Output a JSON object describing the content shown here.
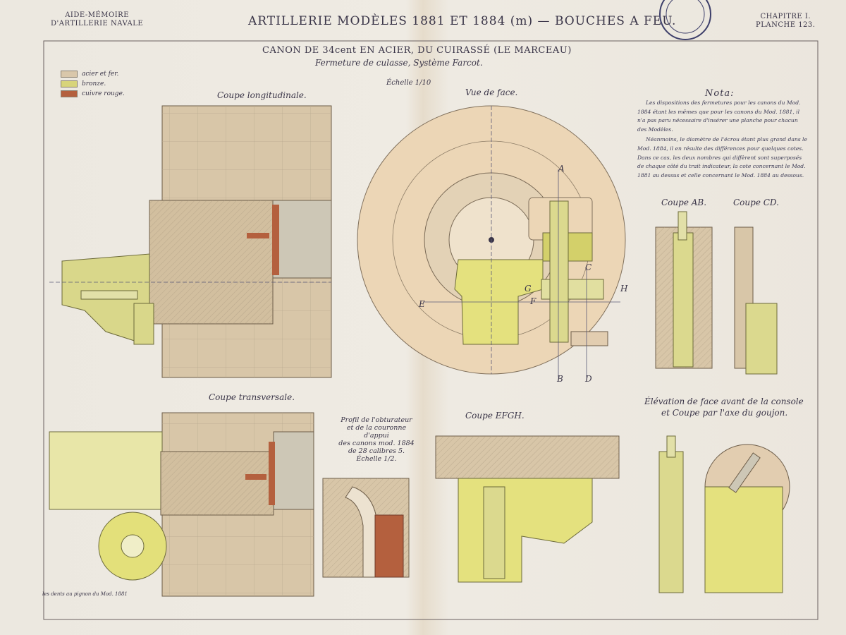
{
  "header": {
    "left_line1": "AIDE-MÉMOIRE",
    "left_line2": "D'ARTILLERIE NAVALE",
    "title": "ARTILLERIE MODÈLES 1881 ET 1884 (m) — BOUCHES A FEU.",
    "right_line1": "CHAPITRE I.",
    "right_line2": "PLANCHE 123."
  },
  "subtitle": "CANON DE 34cent EN ACIER, DU CUIRASSÉ (LE MARCEAU)",
  "mechanism": "Fermeture de culasse, Système Farcot.",
  "scale": "Échelle 1/10",
  "legend": [
    {
      "label": "acier et fer.",
      "color": "#d9c7aa"
    },
    {
      "label": "bronze.",
      "color": "#d8d47a"
    },
    {
      "label": "cuivre rouge.",
      "color": "#b4603e"
    }
  ],
  "views": {
    "longitudinal": "Coupe longitudinale.",
    "face": "Vue de face.",
    "transversal": "Coupe transversale.",
    "ab": "Coupe AB.",
    "cd": "Coupe CD.",
    "efgh": "Coupe EFGH.",
    "elevation_line1": "Élévation de face avant de la console",
    "elevation_line2": "et Coupe par l'axe du goujon."
  },
  "profil": {
    "line1": "Profil de l'obturateur",
    "line2": "et de la couronne d'appui",
    "line3": "des canons mod. 1884",
    "line4": "de 28 calibres 5.",
    "scale": "Échelle 1/2."
  },
  "nota": {
    "title": "Nota:",
    "p1": "Les dispositions des fermetures pour les canons du Mod. 1884 étant les mêmes que pour les canons du Mod. 1881, il n'a pas paru nécessaire d'insérer une planche pour chacun des Modèles.",
    "p2": "Néanmoins, le diamètre de l'écrou étant plus grand dans le Mod. 1884, il en résulte des différences pour quelques cotes. Dans ce cas, les deux nombres qui diffèrent sont superposés de chaque côté du trait indicateur, la cote concernant le Mod. 1881 au dessus et celle concernant le Mod. 1884 au dessous."
  },
  "point_labels": {
    "a": "A",
    "b": "B",
    "c": "C",
    "d": "D",
    "e": "E",
    "f": "F",
    "g": "G",
    "h": "H"
  },
  "footnote": "les dents au pignon du Mod. 1881",
  "colors": {
    "steel": "#d9c7aa",
    "bronze": "#d8d47a",
    "copper": "#b4603e",
    "ink": "#3a3548",
    "paper": "#ece8e0"
  }
}
